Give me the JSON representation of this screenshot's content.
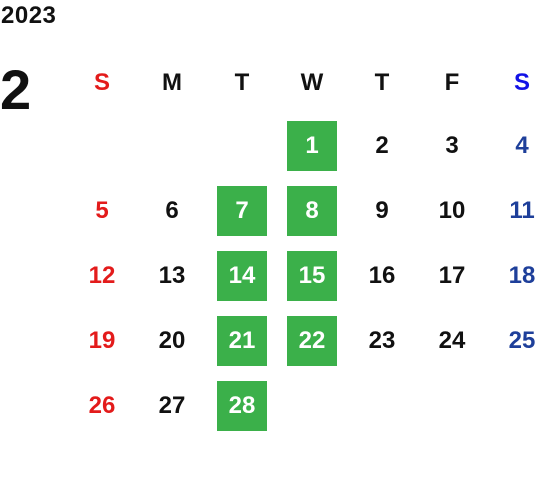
{
  "calendar": {
    "year": "2023",
    "month": "2",
    "weekdays": [
      {
        "label": "S",
        "color": "#e31b1b"
      },
      {
        "label": "M",
        "color": "#111111"
      },
      {
        "label": "T",
        "color": "#111111"
      },
      {
        "label": "W",
        "color": "#111111"
      },
      {
        "label": "T",
        "color": "#111111"
      },
      {
        "label": "F",
        "color": "#111111"
      },
      {
        "label": "S",
        "color": "#1212e6"
      }
    ],
    "colors": {
      "highlight": "#3bb04a",
      "sunday": "#e31b1b",
      "saturday_header": "#1212e6",
      "saturday": "#1e3f9a",
      "weekday": "#111111"
    },
    "first_weekday_index": 3,
    "days": [
      {
        "d": "1",
        "hl": true
      },
      {
        "d": "2",
        "hl": false
      },
      {
        "d": "3",
        "hl": false
      },
      {
        "d": "4",
        "hl": false
      },
      {
        "d": "5",
        "hl": false
      },
      {
        "d": "6",
        "hl": false
      },
      {
        "d": "7",
        "hl": true
      },
      {
        "d": "8",
        "hl": true
      },
      {
        "d": "9",
        "hl": false
      },
      {
        "d": "10",
        "hl": false
      },
      {
        "d": "11",
        "hl": false
      },
      {
        "d": "12",
        "hl": false
      },
      {
        "d": "13",
        "hl": false
      },
      {
        "d": "14",
        "hl": true
      },
      {
        "d": "15",
        "hl": true
      },
      {
        "d": "16",
        "hl": false
      },
      {
        "d": "17",
        "hl": false
      },
      {
        "d": "18",
        "hl": false
      },
      {
        "d": "19",
        "hl": false
      },
      {
        "d": "20",
        "hl": false
      },
      {
        "d": "21",
        "hl": true
      },
      {
        "d": "22",
        "hl": true
      },
      {
        "d": "23",
        "hl": false
      },
      {
        "d": "24",
        "hl": false
      },
      {
        "d": "25",
        "hl": false
      },
      {
        "d": "26",
        "hl": false
      },
      {
        "d": "27",
        "hl": false
      },
      {
        "d": "28",
        "hl": true
      }
    ]
  }
}
